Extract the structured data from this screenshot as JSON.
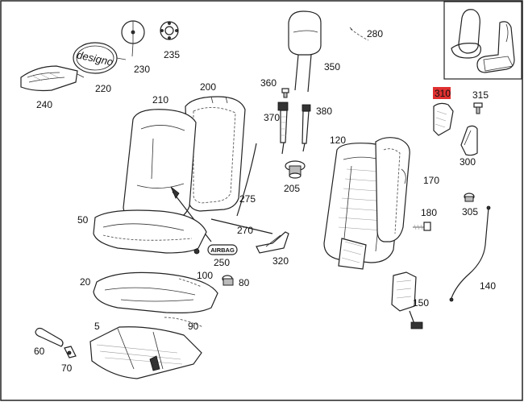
{
  "diagram": {
    "highlight_color": "#e03030",
    "parts": [
      {
        "id": "280"
      },
      {
        "id": "235"
      },
      {
        "id": "230"
      },
      {
        "id": "220"
      },
      {
        "id": "240"
      },
      {
        "id": "350"
      },
      {
        "id": "360"
      },
      {
        "id": "370"
      },
      {
        "id": "380"
      },
      {
        "id": "200"
      },
      {
        "id": "210"
      },
      {
        "id": "310"
      },
      {
        "id": "315"
      },
      {
        "id": "300"
      },
      {
        "id": "120"
      },
      {
        "id": "170"
      },
      {
        "id": "205"
      },
      {
        "id": "275"
      },
      {
        "id": "305"
      },
      {
        "id": "50"
      },
      {
        "id": "270"
      },
      {
        "id": "180"
      },
      {
        "id": "250"
      },
      {
        "id": "320"
      },
      {
        "id": "20"
      },
      {
        "id": "100"
      },
      {
        "id": "80"
      },
      {
        "id": "140"
      },
      {
        "id": "150"
      },
      {
        "id": "5"
      },
      {
        "id": "90"
      },
      {
        "id": "60"
      },
      {
        "id": "70"
      }
    ],
    "highlighted_part": "310",
    "airbag_tag": "AIRBAG",
    "logo_text": "designo"
  }
}
